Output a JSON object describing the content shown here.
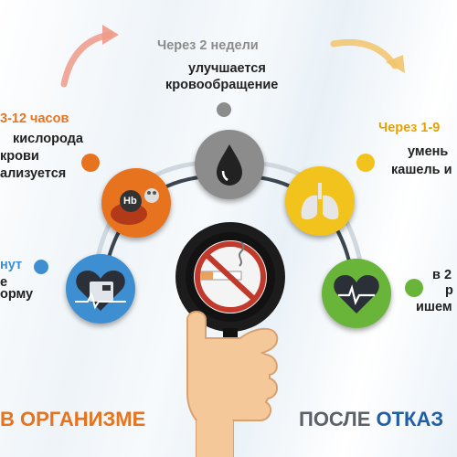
{
  "top": {
    "title": "Через 2 недели",
    "line1": "улучшается",
    "line2": "кровообращение"
  },
  "left_top": {
    "title": "3-12 часов",
    "line1": "кислорода",
    "line2": "крови",
    "line3": "ализуется"
  },
  "left_mid": {
    "title": "нут",
    "line1": "е",
    "line2": "орму"
  },
  "right_top": {
    "title": "Через 1-9",
    "line1": "умень",
    "line2": "кашель и"
  },
  "right_mid": {
    "title": "в 2",
    "line1": "р",
    "line2": "ишем"
  },
  "bottom_left": "В ОРГАНИЗМЕ",
  "bottom_right": {
    "part1": "ПОСЛЕ",
    "part2": "ОТКАЗ"
  },
  "hb_label": "Hb",
  "colors": {
    "orange": "#e8731f",
    "gray": "#8c8c8c",
    "yellow": "#f2c31d",
    "green": "#69b53a",
    "blue": "#3d8fd1",
    "dark": "#222222"
  },
  "icons": [
    "arrow-left-icon",
    "arrow-right-icon",
    "blood-drop-icon",
    "blood-cells-icon",
    "lungs-icon",
    "heart-monitor-icon",
    "heart-pulse-icon",
    "no-smoking-icon",
    "hand-icon",
    "magnifier-icon"
  ]
}
